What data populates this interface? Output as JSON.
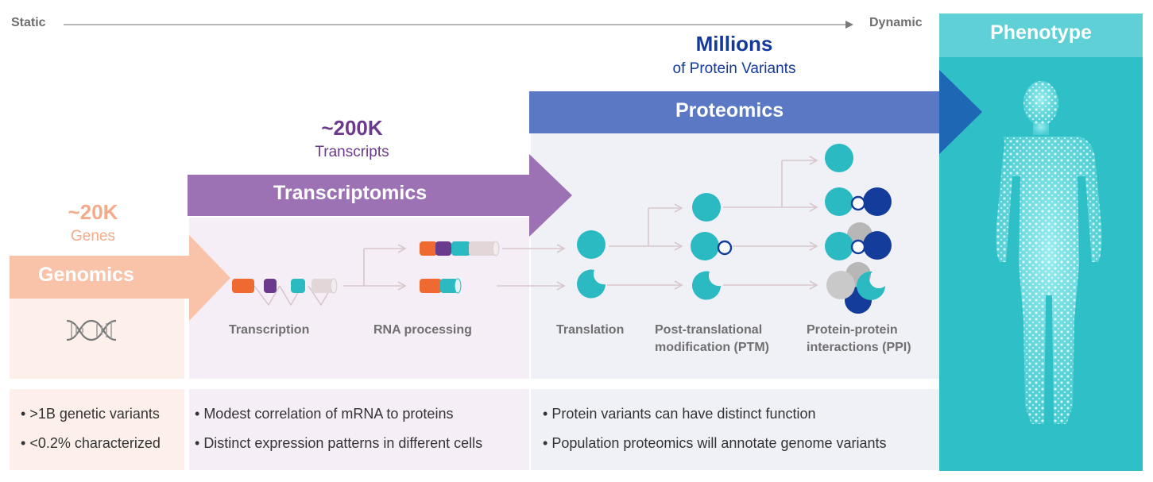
{
  "axis": {
    "left_label": "Static",
    "right_label": "Dynamic"
  },
  "genomics": {
    "count": "~20K",
    "count_label": "Genes",
    "title": "Genomics",
    "icon": "dna-icon",
    "bullets": [
      ">1B genetic variants",
      "<0.2% characterized"
    ]
  },
  "transcriptomics": {
    "count": "~200K",
    "count_label": "Transcripts",
    "title": "Transcriptomics",
    "steps": [
      "Transcription",
      "RNA processing"
    ],
    "bullets": [
      "Modest correlation of mRNA to proteins",
      "Distinct expression patterns in different cells"
    ]
  },
  "proteomics": {
    "count": "Millions",
    "count_label": "of Protein Variants",
    "title": "Proteomics",
    "steps": [
      "Translation",
      "Post-translational",
      "modification (PTM)",
      "Protein-protein",
      "interactions (PPI)"
    ],
    "bullets": [
      "Protein variants can have distinct function",
      "Population proteomics will annotate genome variants"
    ]
  },
  "phenotype": {
    "title": "Phenotype",
    "figure": "human-body-icon"
  },
  "colors": {
    "genomics": "#f9c3a9",
    "transcriptomics": "#9d72b4",
    "proteomics": "#5a78c4",
    "phenotype": "#2ec0c6",
    "teal": "#2bb9c2",
    "navy": "#143c9a",
    "orange": "#ee6a30",
    "purple": "#6a3a8f",
    "gray": "#bfbfbf"
  }
}
